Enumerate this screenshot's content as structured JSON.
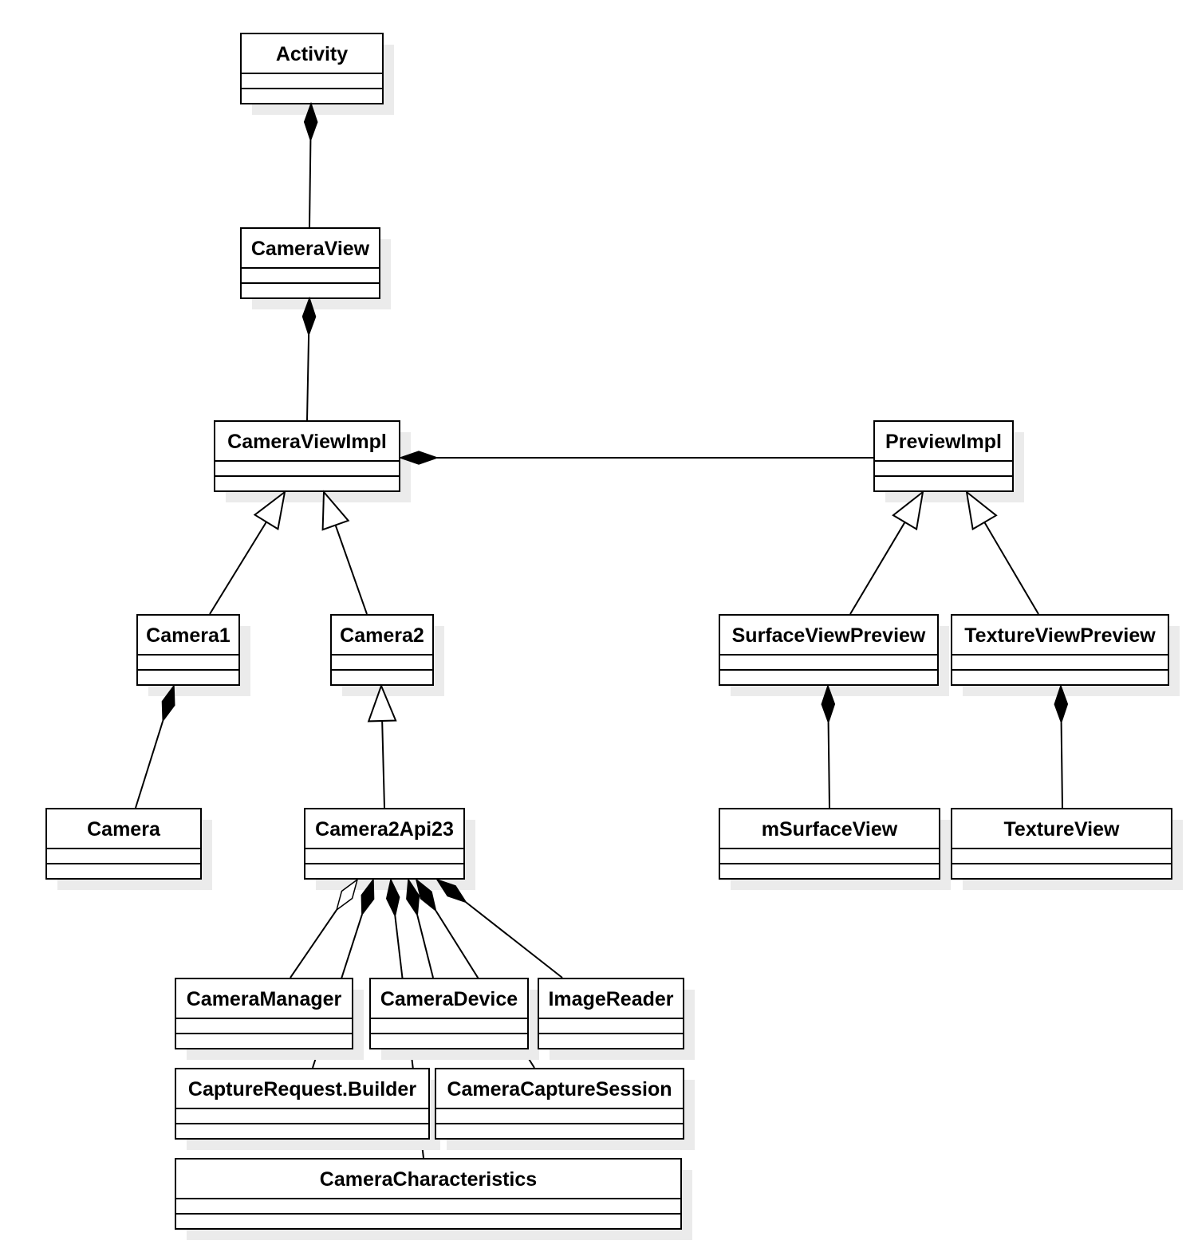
{
  "classes": {
    "activity": "Activity",
    "camera_view": "CameraView",
    "camera_view_impl": "CameraViewImpl",
    "preview_impl": "PreviewImpl",
    "camera1": "Camera1",
    "camera2": "Camera2",
    "surface_view_preview": "SurfaceViewPreview",
    "texture_view_preview": "TextureViewPreview",
    "camera": "Camera",
    "camera2_api23": "Camera2Api23",
    "m_surface_view": "mSurfaceView",
    "texture_view": "TextureView",
    "camera_manager": "CameraManager",
    "camera_device": "CameraDevice",
    "image_reader": "ImageReader",
    "capture_request_builder": "CaptureRequest.Builder",
    "camera_capture_session": "CameraCaptureSession",
    "camera_characteristics": "CameraCharacteristics"
  },
  "relationships": [
    {
      "from": "camera_view",
      "to": "activity",
      "kind": "composition"
    },
    {
      "from": "camera_view_impl",
      "to": "camera_view",
      "kind": "composition"
    },
    {
      "from": "preview_impl",
      "to": "camera_view_impl",
      "kind": "composition"
    },
    {
      "from": "camera1",
      "to": "camera_view_impl",
      "kind": "generalization"
    },
    {
      "from": "camera2",
      "to": "camera_view_impl",
      "kind": "generalization"
    },
    {
      "from": "surface_view_preview",
      "to": "preview_impl",
      "kind": "generalization"
    },
    {
      "from": "texture_view_preview",
      "to": "preview_impl",
      "kind": "generalization"
    },
    {
      "from": "camera",
      "to": "camera1",
      "kind": "composition"
    },
    {
      "from": "camera2_api23",
      "to": "camera2",
      "kind": "generalization"
    },
    {
      "from": "m_surface_view",
      "to": "surface_view_preview",
      "kind": "composition"
    },
    {
      "from": "texture_view",
      "to": "texture_view_preview",
      "kind": "composition"
    },
    {
      "from": "camera_manager",
      "to": "camera2_api23",
      "kind": "aggregation"
    },
    {
      "from": "capture_request_builder",
      "to": "camera2_api23",
      "kind": "composition"
    },
    {
      "from": "camera_characteristics",
      "to": "camera2_api23",
      "kind": "composition"
    },
    {
      "from": "camera_device",
      "to": "camera2_api23",
      "kind": "composition"
    },
    {
      "from": "camera_capture_session",
      "to": "camera2_api23",
      "kind": "composition"
    },
    {
      "from": "image_reader",
      "to": "camera2_api23",
      "kind": "composition"
    }
  ]
}
